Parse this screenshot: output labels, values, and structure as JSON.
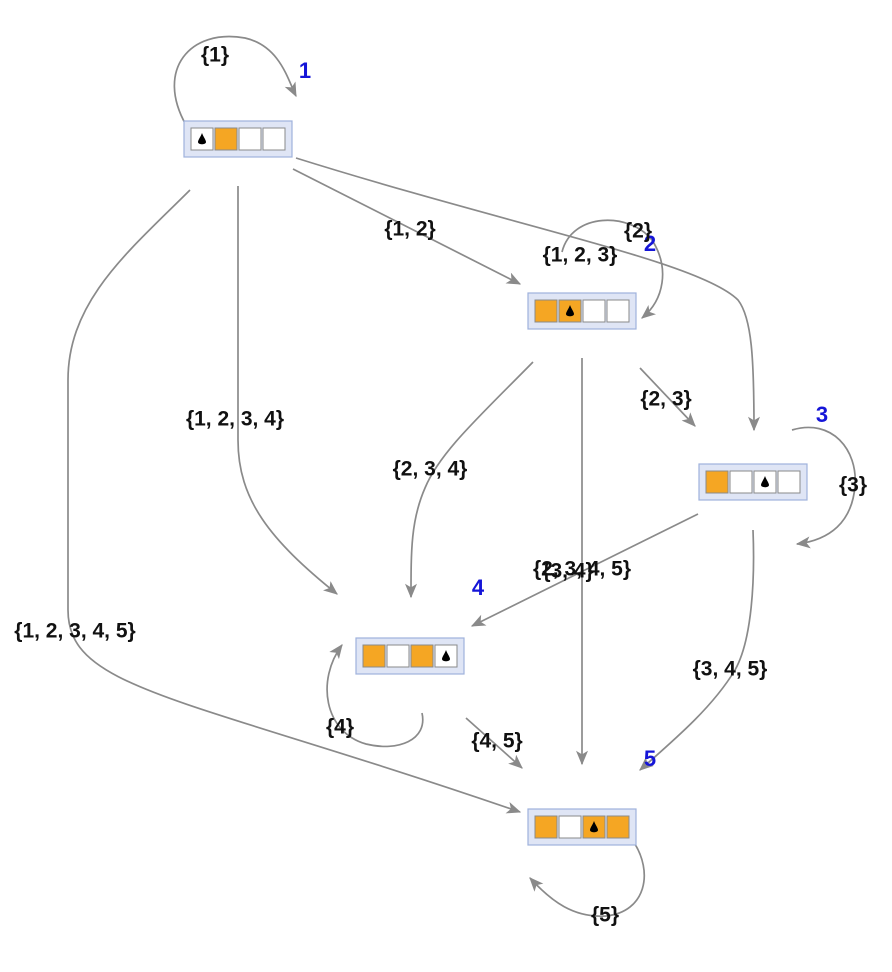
{
  "colors": {
    "filled_cell": "#f5a623",
    "empty_cell": "#ffffff",
    "node_label": "#1515d8",
    "edge": "#8a8a8a",
    "edge_label": "#111111",
    "node_frame": "#dfe5f5"
  },
  "nodes": [
    {
      "id": "1",
      "label": "1",
      "cells": [
        "empty",
        "filled",
        "empty",
        "empty"
      ],
      "marker": 0
    },
    {
      "id": "2",
      "label": "2",
      "cells": [
        "filled",
        "filled",
        "empty",
        "empty"
      ],
      "marker": 1
    },
    {
      "id": "3",
      "label": "3",
      "cells": [
        "filled",
        "empty",
        "empty",
        "empty"
      ],
      "marker": 2
    },
    {
      "id": "4",
      "label": "4",
      "cells": [
        "filled",
        "empty",
        "filled",
        "empty"
      ],
      "marker": 3
    },
    {
      "id": "5",
      "label": "5",
      "cells": [
        "filled",
        "empty",
        "filled",
        "filled"
      ],
      "marker": 2
    }
  ],
  "edges": [
    {
      "from": "1",
      "to": "1",
      "label": "{1}"
    },
    {
      "from": "1",
      "to": "2",
      "label": "{1, 2}"
    },
    {
      "from": "1",
      "to": "3",
      "label": "{1, 2, 3}"
    },
    {
      "from": "1",
      "to": "4",
      "label": "{1, 2, 3, 4}"
    },
    {
      "from": "1",
      "to": "5",
      "label": "{1, 2, 3, 4, 5}"
    },
    {
      "from": "2",
      "to": "2",
      "label": "{2}"
    },
    {
      "from": "2",
      "to": "3",
      "label": "{2, 3}"
    },
    {
      "from": "2",
      "to": "4",
      "label": "{2, 3, 4}"
    },
    {
      "from": "2",
      "to": "5",
      "label": "{2, 3, 4, 5}"
    },
    {
      "from": "3",
      "to": "3",
      "label": "{3}"
    },
    {
      "from": "3",
      "to": "4",
      "label": "{3, 4}"
    },
    {
      "from": "3",
      "to": "5",
      "label": "{3, 4, 5}"
    },
    {
      "from": "4",
      "to": "4",
      "label": "{4}"
    },
    {
      "from": "4",
      "to": "5",
      "label": "{4, 5}"
    },
    {
      "from": "5",
      "to": "5",
      "label": "{5}"
    }
  ]
}
